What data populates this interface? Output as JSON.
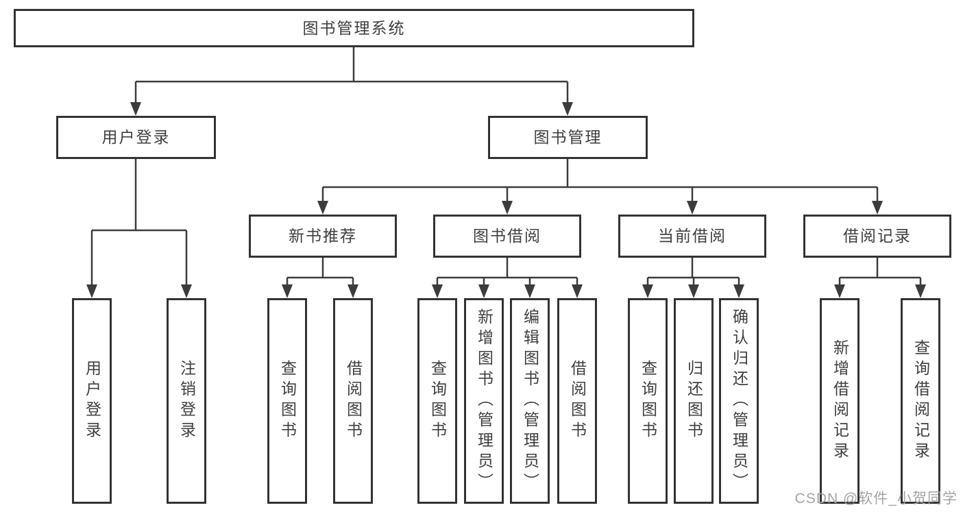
{
  "tree": {
    "label": "图书管理系统",
    "children": [
      {
        "label": "用户登录",
        "children": [
          {
            "label": "用户登录"
          },
          {
            "label": "注销登录"
          }
        ]
      },
      {
        "label": "图书管理",
        "children": [
          {
            "label": "新书推荐",
            "children": [
              {
                "label": "查询图书"
              },
              {
                "label": "借阅图书"
              }
            ]
          },
          {
            "label": "图书借阅",
            "children": [
              {
                "label": "查询图书"
              },
              {
                "label": "新增图书（管理员）"
              },
              {
                "label": "编辑图书（管理员）"
              },
              {
                "label": "借阅图书"
              }
            ]
          },
          {
            "label": "当前借阅",
            "children": [
              {
                "label": "查询图书"
              },
              {
                "label": "归还图书"
              },
              {
                "label": "确认归还（管理员）"
              }
            ]
          },
          {
            "label": "借阅记录",
            "children": [
              {
                "label": "新增借阅记录"
              },
              {
                "label": "查询借阅记录"
              }
            ]
          }
        ]
      }
    ]
  },
  "watermark": {
    "text": "CSDN @软件_小贺同学"
  },
  "colors": {
    "box_border": "#333333",
    "line": "#3c3c3c",
    "text": "#3f3f3f",
    "background": "#ffffff",
    "watermark": "#a3a3a3"
  }
}
